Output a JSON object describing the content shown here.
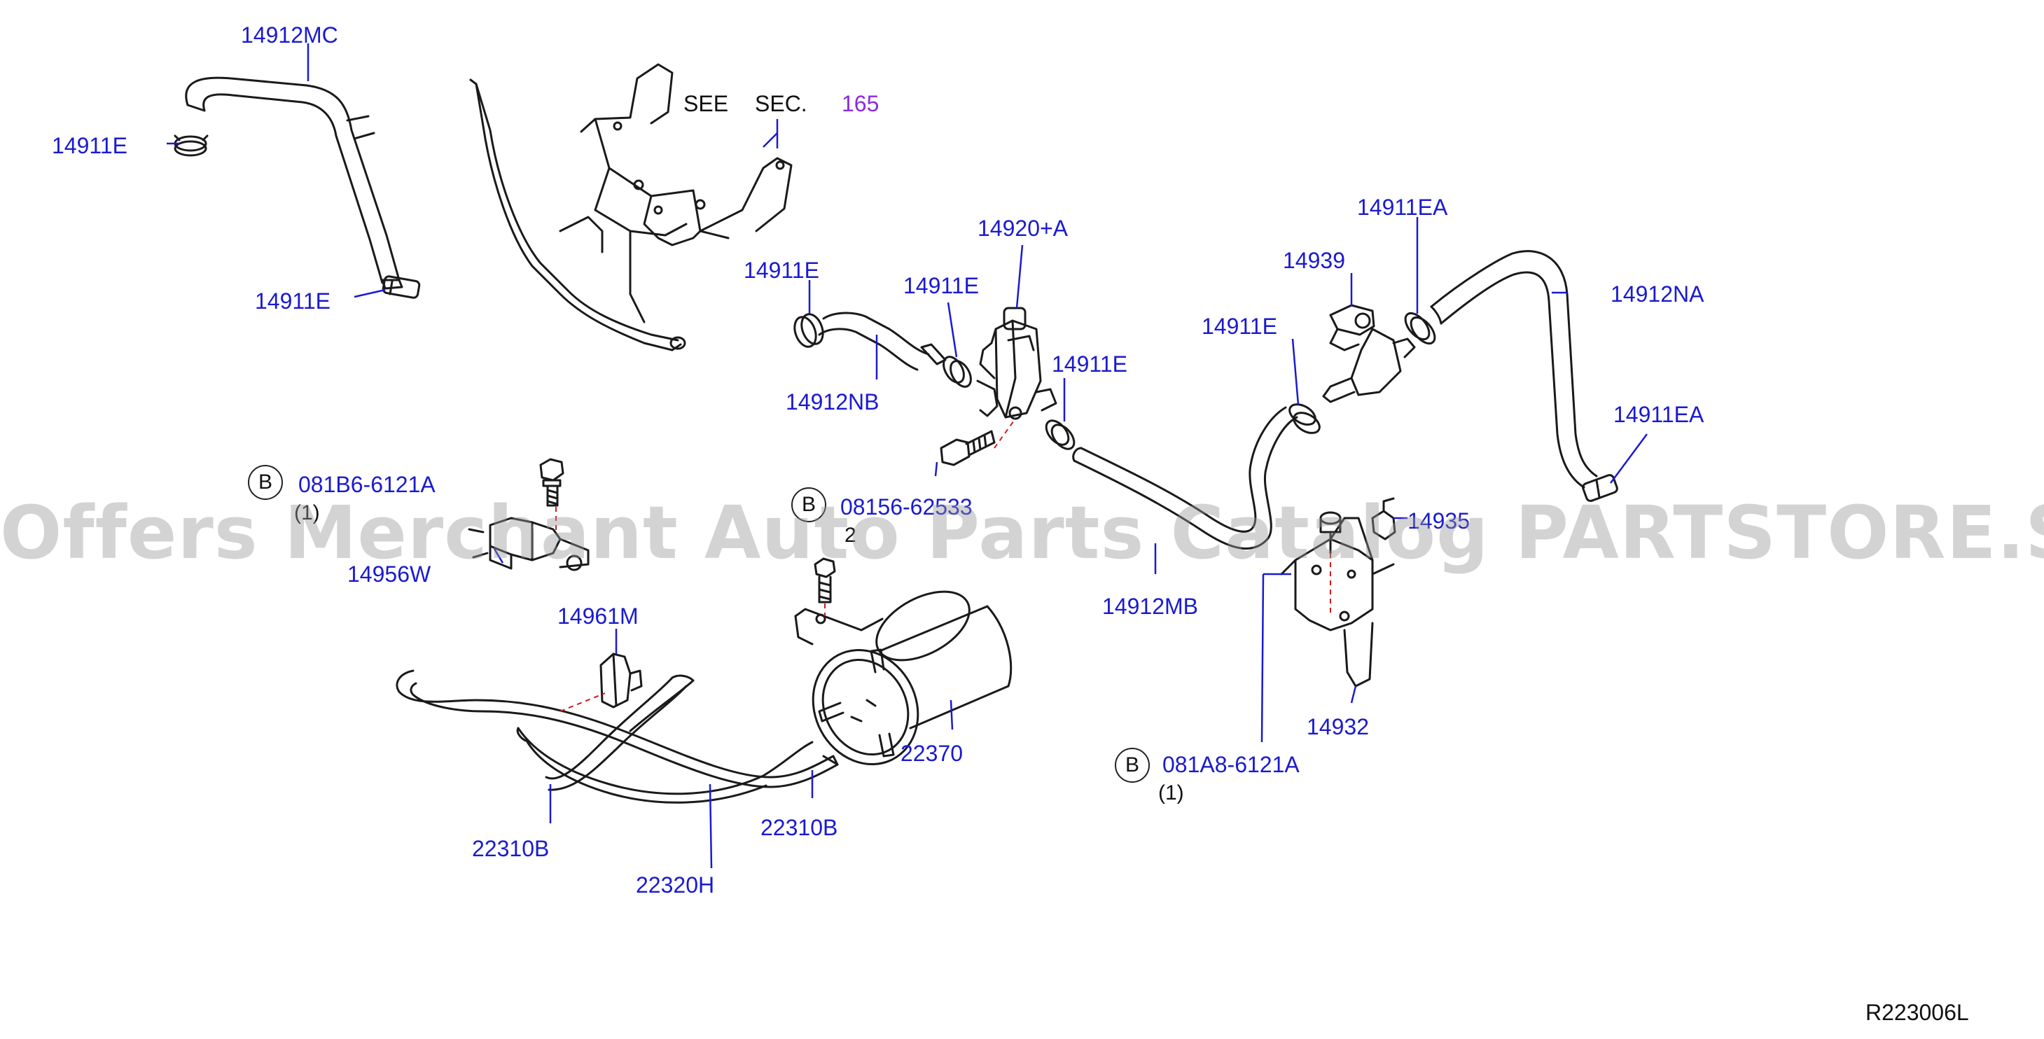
{
  "labels": {
    "p14912MC": "14912MC",
    "p14911E_a": "14911E",
    "p14911E_b": "14911E",
    "see": "SEE",
    "sec": "SEC.",
    "sec_num": "165",
    "p14911E_c": "14911E",
    "p14911E_d": "14911E",
    "p14920A": "14920+A",
    "p14911EA_a": "14911EA",
    "p14939": "14939",
    "p14911E_e": "14911E",
    "p14912NA": "14912NA",
    "p14911E_f": "14911E",
    "p14912NB": "14912NB",
    "p14911EA_b": "14911EA",
    "b_081B6": "081B6-6121A",
    "q_081B6": "(1)",
    "b_08156": "08156-62533",
    "q_08156": "2",
    "p14935": "14935",
    "p14956W": "14956W",
    "p14912MB": "14912MB",
    "p14961M": "14961M",
    "p22370": "22370",
    "p14932": "14932",
    "b_081A8": "081A8-6121A",
    "q_081A8": "(1)",
    "p22310B_a": "22310B",
    "p22310B_b": "22310B",
    "p22320H": "22320H",
    "ref": "R223006L"
  },
  "bolt_symbol": "B",
  "watermark": "Offers Merchant Auto Parts Catalog PARTSTORE.SA",
  "colors": {
    "part_label": "#1a1ad0",
    "section_ref": "#8a2be2",
    "line_art": "#1a1a1a",
    "leader": "#1a1ad0",
    "alignment_dash": "#d01a1a"
  }
}
